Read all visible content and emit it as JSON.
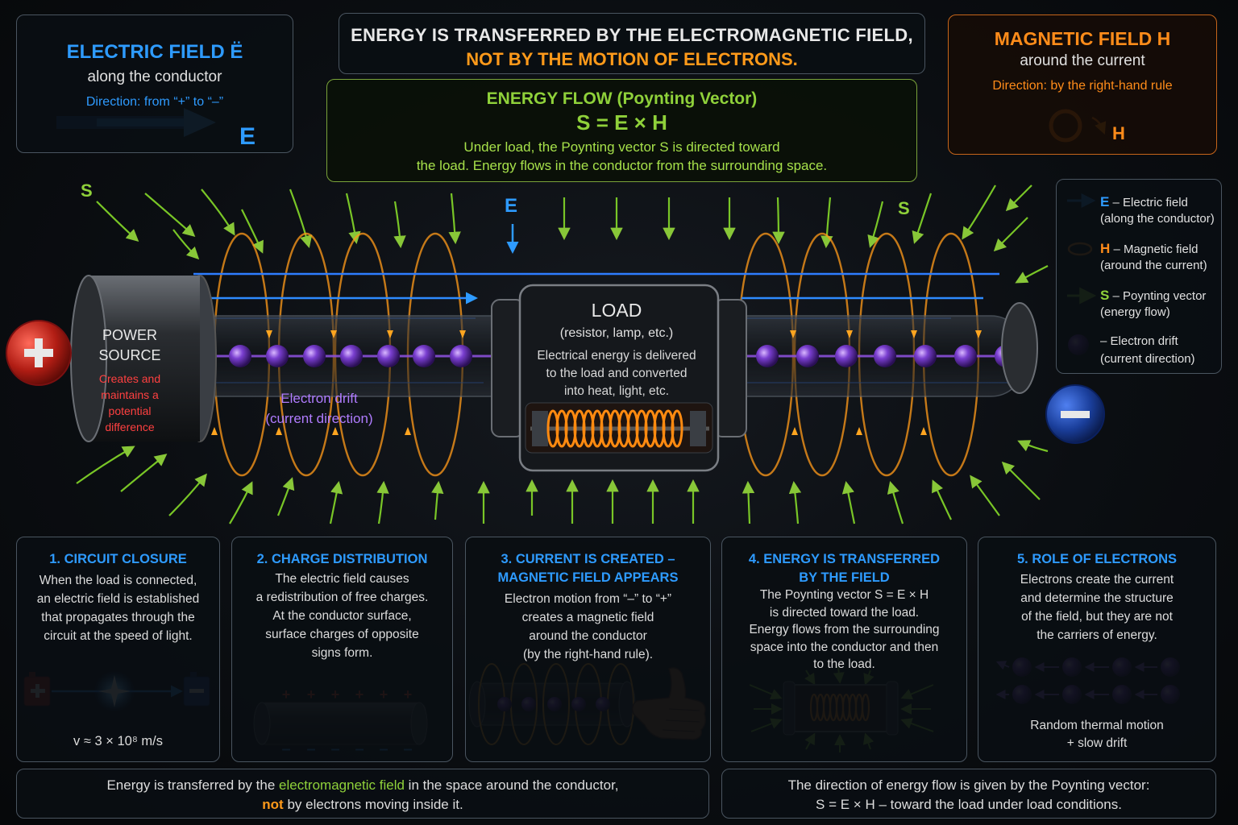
{
  "headline": {
    "line1": "ENERGY IS TRANSFERRED BY THE ELECTROMAGNETIC FIELD,",
    "line2": "NOT BY THE MOTION OF ELECTRONS."
  },
  "electric_field_panel": {
    "title": "ELECTRIC FIELD  Ë",
    "subtitle": "along the conductor",
    "direction": "Direction: from “+” to “–”",
    "symbol": "E"
  },
  "magnetic_field_panel": {
    "title": "MAGNETIC FIELD  H",
    "subtitle": "around the current",
    "direction": "Direction: by the right-hand rule",
    "symbol": "H"
  },
  "poynting_panel": {
    "title": "ENERGY FLOW (Poynting Vector)",
    "formula": "S = E × H",
    "desc_line1": "Under load, the Poynting vector S is directed toward",
    "desc_line2": "the load. Energy flows in the conductor from the surrounding space."
  },
  "legend": [
    {
      "symbol": "E",
      "text1": " – Electric field",
      "text2": "(along the conductor)",
      "color": "#2e9bff",
      "icon": "blue-arrow"
    },
    {
      "symbol": "H",
      "text1": " – Magnetic field",
      "text2": "(around the current)",
      "color": "#ff8c1a",
      "icon": "orange-loop"
    },
    {
      "symbol": "S",
      "text1": " – Poynting vector",
      "text2": "(energy flow)",
      "color": "#8fd13a",
      "icon": "green-arrow"
    },
    {
      "symbol": "",
      "text1": "– Electron drift",
      "text2": "(current direction)",
      "color": "#8a4fd8",
      "icon": "electron-sphere"
    }
  ],
  "diagram": {
    "s_label": "S",
    "e_label": "E",
    "power_source": {
      "name_line1": "POWER",
      "name_line2": "SOURCE",
      "desc_line1": "Creates and",
      "desc_line2": "maintains a",
      "desc_line3": "potential",
      "desc_line4": "difference"
    },
    "plus": "+",
    "minus": "–",
    "load": {
      "name": "LOAD",
      "sub": "(resistor, lamp, etc.)",
      "desc_line1": "Electrical energy is delivered",
      "desc_line2": "to the load and converted",
      "desc_line3": "into heat, light, etc."
    },
    "drift_line1": "Electron drift",
    "drift_line2": "(current direction)"
  },
  "steps": [
    {
      "title_line1": "1. CIRCUIT CLOSURE",
      "title_line2": "",
      "lines": [
        "When the load is connected,",
        "an electric field is established",
        "that propagates through the",
        "circuit at the speed of light."
      ],
      "extra": "v ≈ 3 × 10⁸ m/s"
    },
    {
      "title_line1": "2. CHARGE DISTRIBUTION",
      "title_line2": "",
      "lines": [
        "The electric field causes",
        "a redistribution of free charges.",
        "At the conductor surface,",
        "surface charges of opposite",
        "signs form."
      ],
      "extra": ""
    },
    {
      "title_line1": "3. CURRENT IS CREATED –",
      "title_line2": "MAGNETIC FIELD APPEARS",
      "lines": [
        "Electron motion from “–” to “+”",
        "creates a magnetic field",
        "around the conductor",
        "(by the right-hand rule)."
      ],
      "extra": ""
    },
    {
      "title_line1": "4. ENERGY IS TRANSFERRED",
      "title_line2": "BY THE FIELD",
      "lines": [
        "The Poynting vector S = E × H",
        "is directed toward the load.",
        "Energy flows from the surrounding",
        "space into the conductor and then",
        "to the load."
      ],
      "extra": ""
    },
    {
      "title_line1": "5. ROLE OF ELECTRONS",
      "title_line2": "",
      "lines": [
        "Electrons create the current",
        "and determine the structure",
        "of the field, but they are not",
        "the carriers of energy."
      ],
      "extra_line1": "Random thermal motion",
      "extra_line2": "+ slow drift"
    }
  ],
  "footer_left": {
    "pre": "Energy is transferred by the ",
    "highlight": "electromagnetic field",
    "post": " in the space around the conductor,",
    "line2_bold": "not",
    "line2_rest": " by electrons moving inside it."
  },
  "footer_right": {
    "line1": "The direction of energy flow is given by the Poynting vector:",
    "line2": "S = E × H – toward the load under load conditions."
  },
  "colors": {
    "electric": "#2e9bff",
    "magnetic": "#ff8c1a",
    "poynting": "#8fd13a",
    "electron": "#8a4fd8",
    "positive": "#c8281e",
    "negative": "#1e4aa8"
  }
}
